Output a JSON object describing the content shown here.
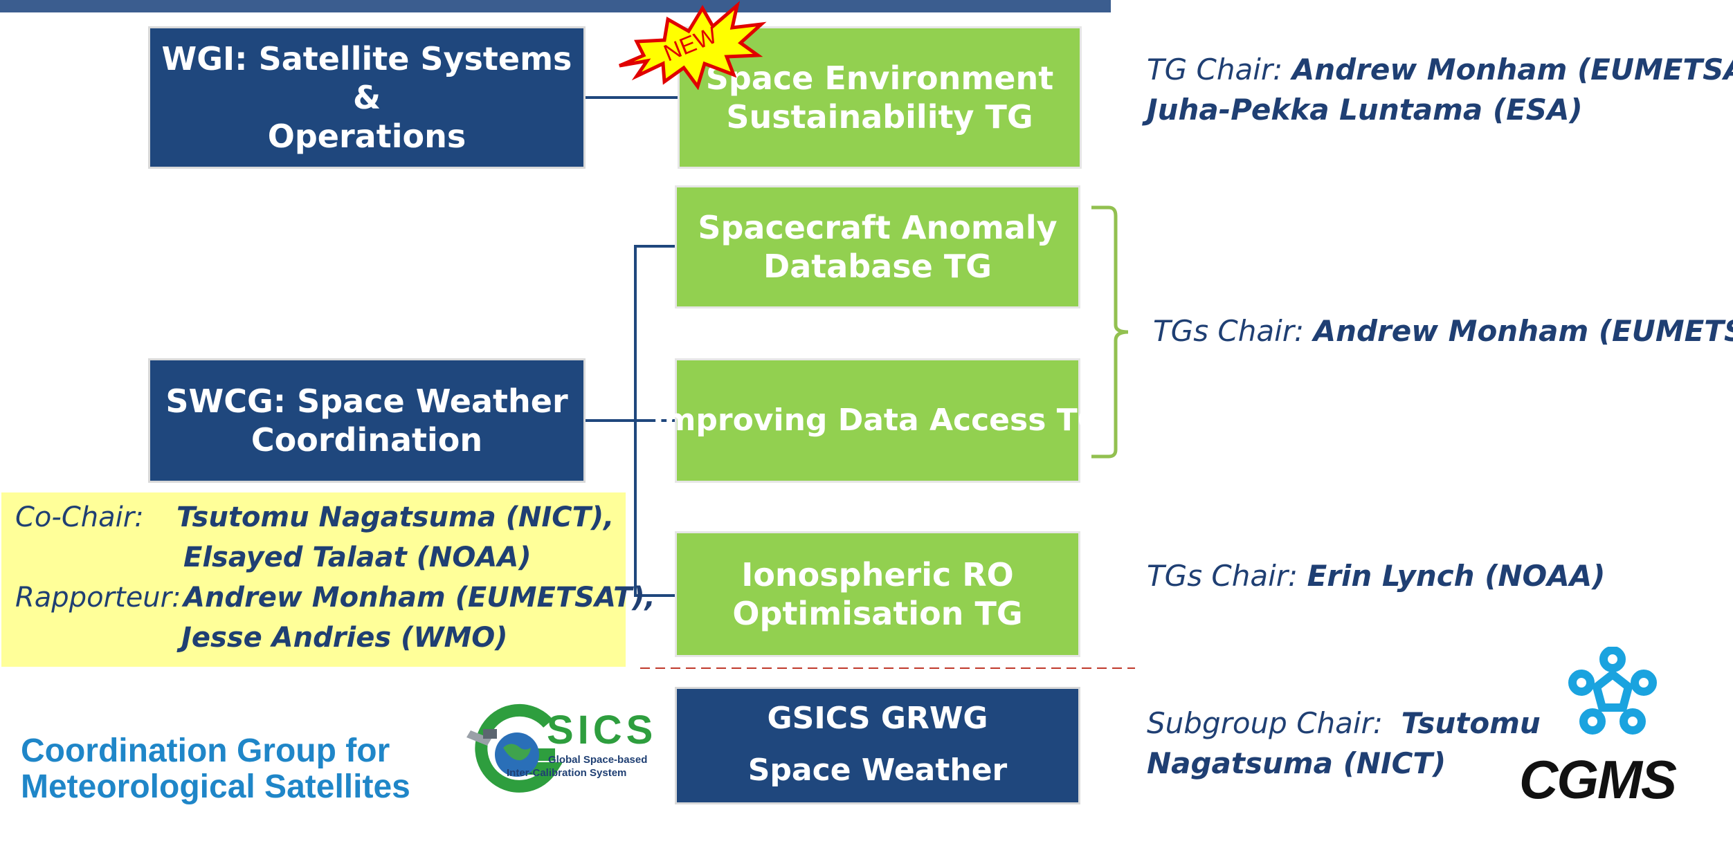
{
  "boxes": {
    "wgi_line1": "WGI: Satellite Systems &",
    "wgi_line2": "Operations",
    "swcg_line1": "SWCG: Space Weather",
    "swcg_line2": "Coordination",
    "sest_line1": "Space Environment",
    "sest_line2": "Sustainability TG",
    "sad_line1": "Spacecraft Anomaly",
    "sad_line2": "Database TG",
    "ida": "Improving Data Access TG",
    "iro_line1": "Ionospheric RO",
    "iro_line2": "Optimisation TG",
    "gsics_line1": "GSICS GRWG",
    "gsics_line2": "Space Weather Subgroup"
  },
  "badge": {
    "text": "NEW"
  },
  "chairs": {
    "sest": {
      "label": "TG Chair:",
      "name_line1": "Andrew Monham (EUMETSAT) /",
      "name_line2": "Juha-Pekka Luntama (ESA)"
    },
    "tgs": {
      "label": "TGs Chair:",
      "name": "Andrew Monham (EUMETSAT)"
    },
    "iro": {
      "label": "TGs Chair:",
      "name": "Erin Lynch (NOAA)"
    },
    "subgroup": {
      "label": "Subgroup Chair:",
      "name_line1": "Tsutomu",
      "name_line2": "Nagatsuma (NICT)"
    }
  },
  "swcg_officers": {
    "cochair_label": "Co-Chair:",
    "cochair_1": "Tsutomu Nagatsuma (NICT),",
    "cochair_2": "Elsayed Talaat (NOAA)",
    "rapporteur_label": "Rapporteur:",
    "rapporteur_1": "Andrew Monham (EUMETSAT),",
    "rapporteur_2": "Jesse Andries (WMO)"
  },
  "footer": {
    "cgms_full_line1": "Coordination Group for",
    "cgms_full_line2": "Meteorological Satellites",
    "gsics_logo": "SICS",
    "gsics_tag_line1": "Global Space-based",
    "gsics_tag_line2": "Inter-Calibration System",
    "cgms_logo": "CGMS"
  },
  "colors": {
    "navy": "#1f477d",
    "green": "#92d050",
    "yellow": "#ffff99",
    "text": "#1f3f73",
    "cgms_blue": "#1f86c8",
    "connector_dash": "#c0392b"
  }
}
